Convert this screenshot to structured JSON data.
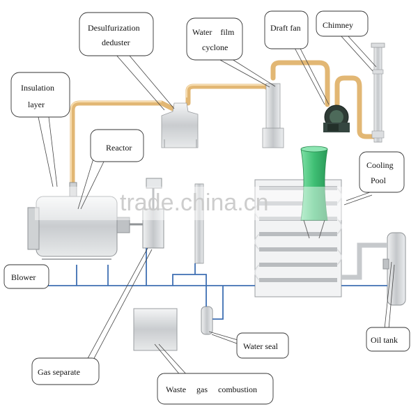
{
  "labels": {
    "desulfurization": [
      "Desulfurization",
      "deduster"
    ],
    "water_film": [
      "Water    film",
      "cyclone"
    ],
    "draft_fan": [
      "Draft fan"
    ],
    "chimney": [
      "Chimney"
    ],
    "insulation": [
      "Insulation",
      "layer"
    ],
    "reactor": [
      "Reactor"
    ],
    "cooling_pool": [
      "Cooling",
      "Pool"
    ],
    "blower": [
      "Blower"
    ],
    "oil_tank": [
      "Oil tank"
    ],
    "water_seal": [
      "Water seal"
    ],
    "gas_separate": [
      "Gas separate"
    ],
    "waste_gas": [
      "Waste     gas     combustion"
    ]
  },
  "watermark": "trade.china.cn",
  "colors": {
    "pipe_orange": "#e2b774",
    "pipe_blue": "#3e6fb3",
    "equipment_gray": "#d4d6d8",
    "cooling_tower_green": "#45c078"
  }
}
